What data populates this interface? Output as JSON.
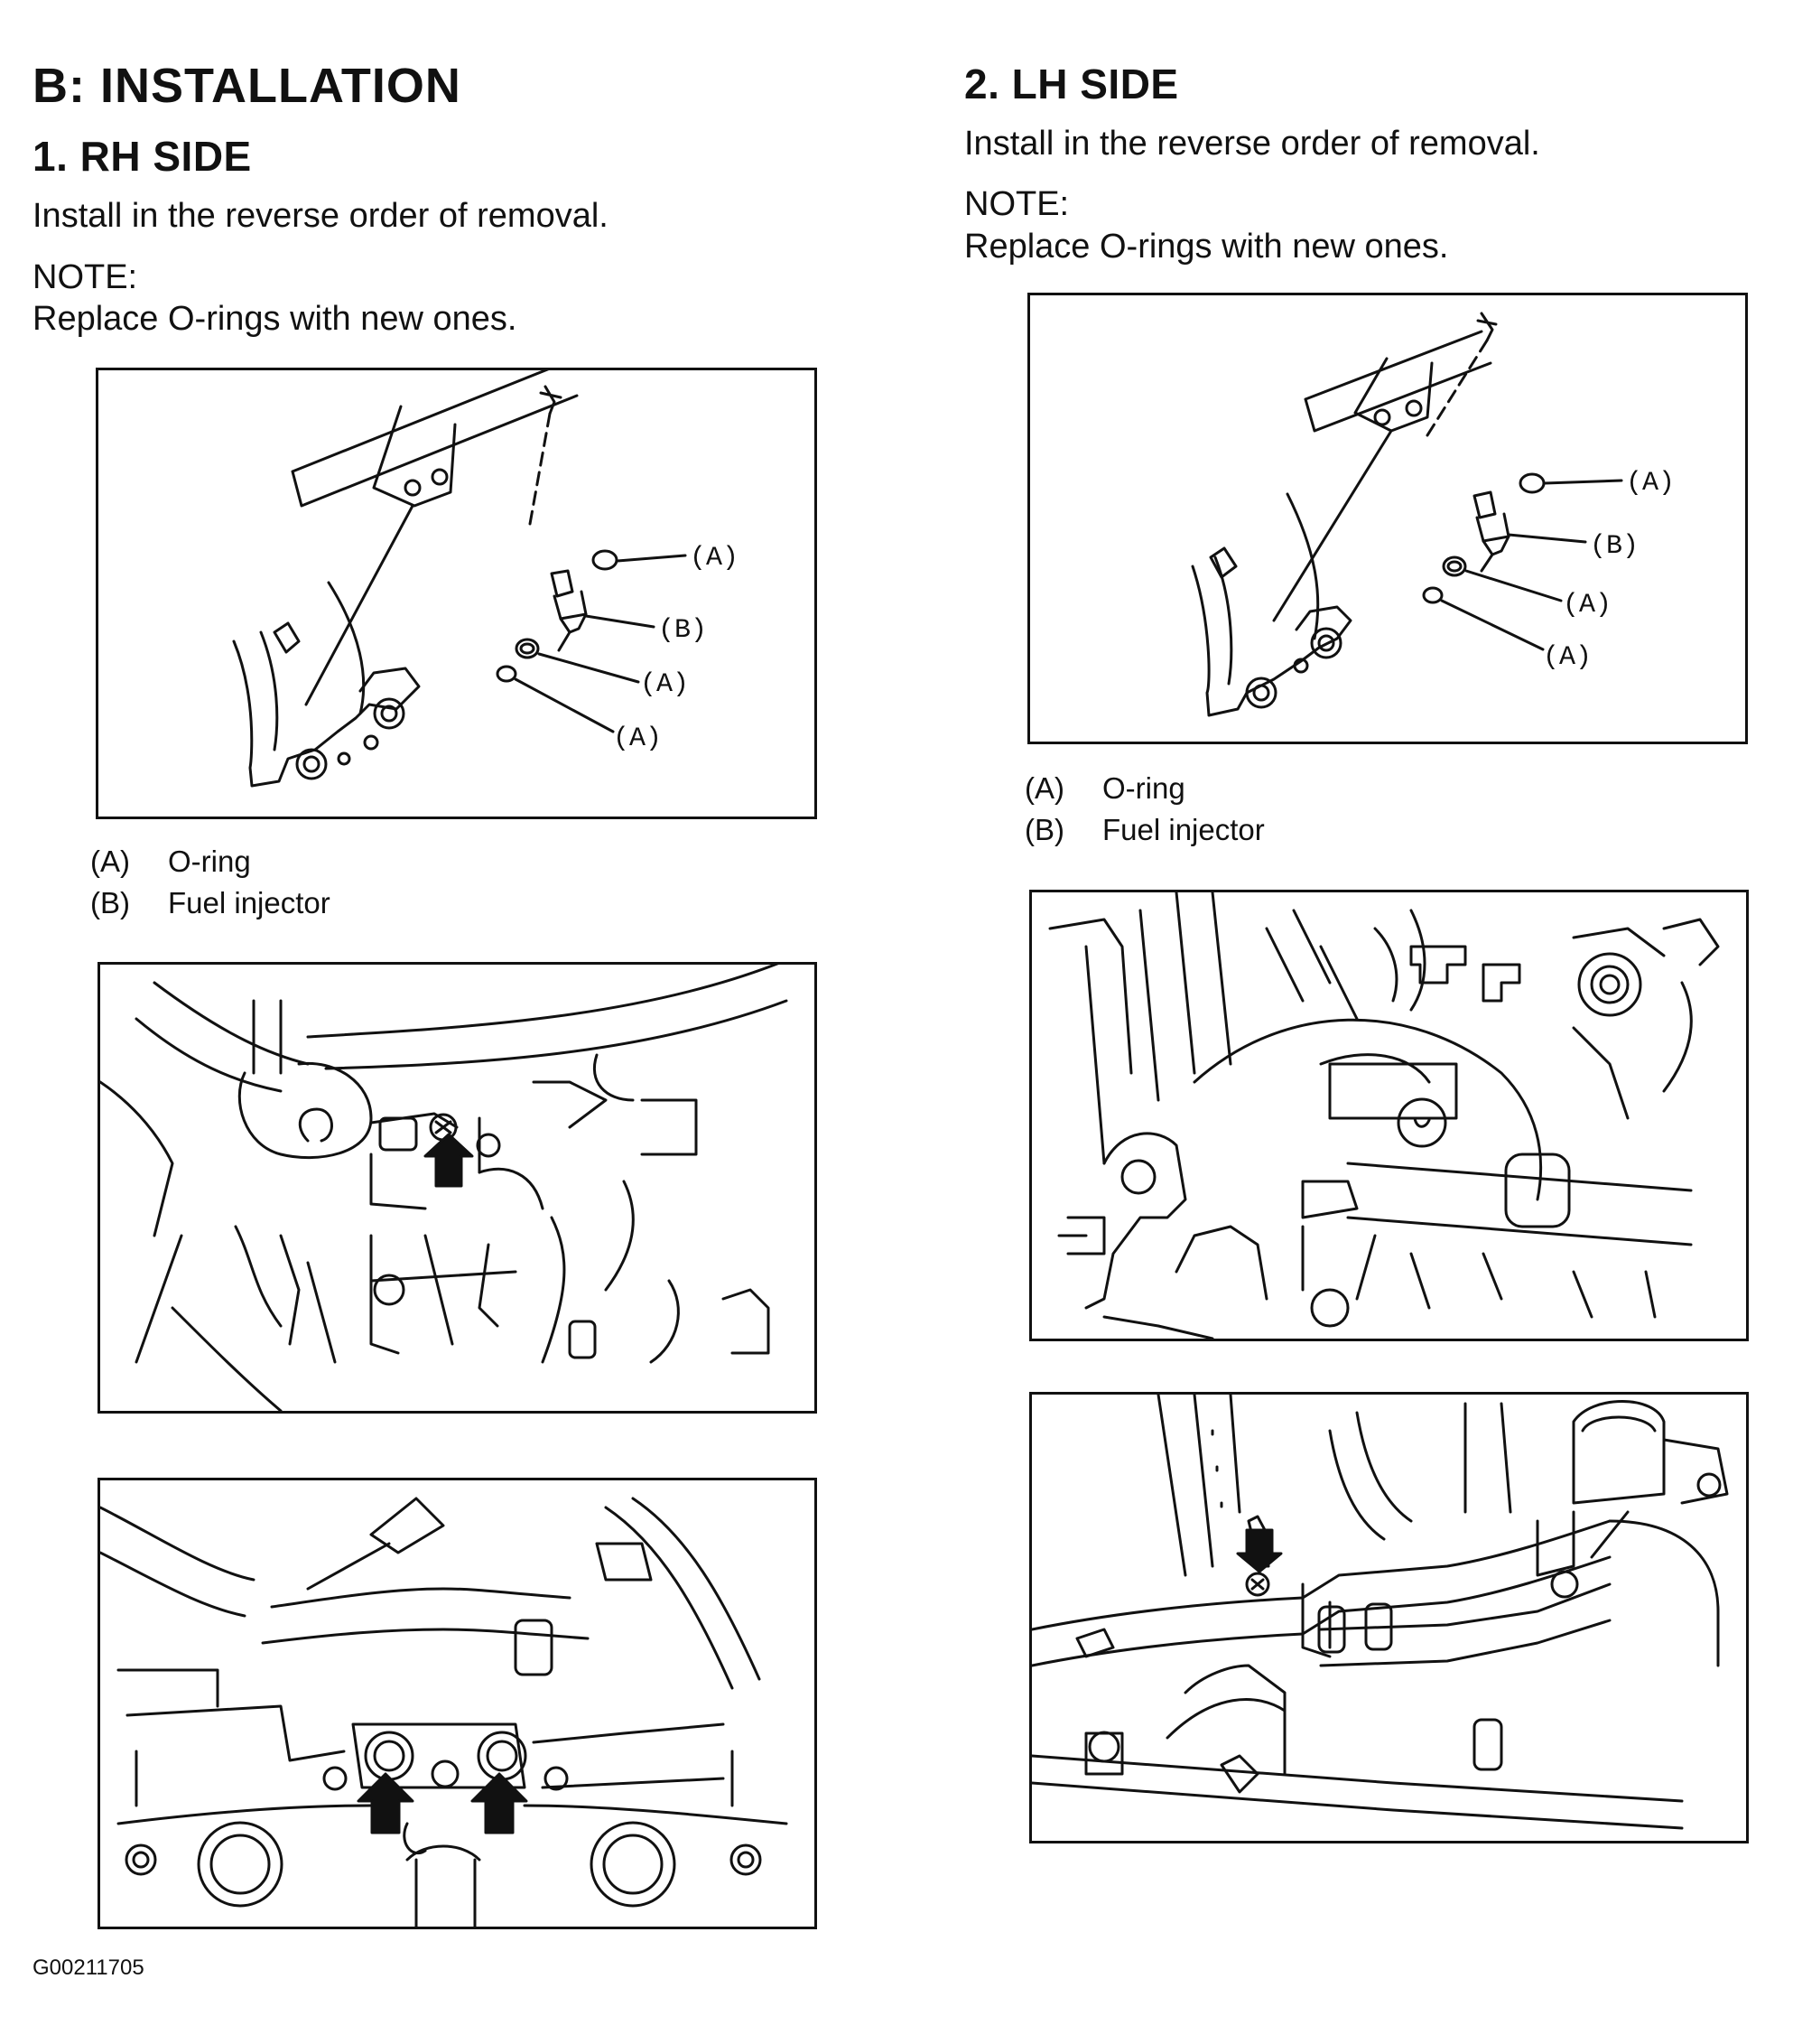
{
  "main_heading": "B: INSTALLATION",
  "rh": {
    "heading": "1. RH SIDE",
    "instruction": "Install in the reverse order of removal.",
    "note_label": "NOTE:",
    "note_text": "Replace O-rings with new ones.",
    "callouts": [
      "(A)",
      "(B)",
      "(A)",
      "(A)"
    ],
    "legend": [
      {
        "key": "(A)",
        "label": "O-ring"
      },
      {
        "key": "(B)",
        "label": "Fuel injector"
      }
    ]
  },
  "lh": {
    "heading": "2. LH SIDE",
    "instruction": "Install in the reverse order of removal.",
    "note_label": "NOTE:",
    "note_text": "Replace O-rings with new ones.",
    "callouts": [
      "(A)",
      "(B)",
      "(A)",
      "(A)"
    ],
    "legend": [
      {
        "key": "(A)",
        "label": "O-ring"
      },
      {
        "key": "(B)",
        "label": "Fuel injector"
      }
    ]
  },
  "figure_code": "G00211705"
}
